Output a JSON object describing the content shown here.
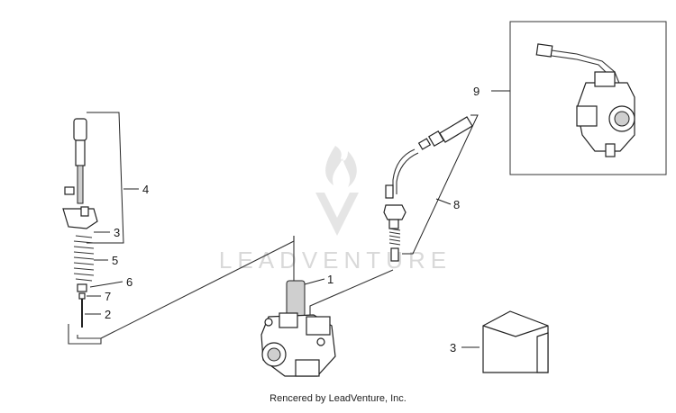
{
  "callouts": {
    "c1": "1",
    "c2": "2",
    "c3a": "3",
    "c3b": "3",
    "c4": "4",
    "c5": "5",
    "c6": "6",
    "c7": "7",
    "c8": "8",
    "c9": "9"
  },
  "watermark": {
    "brand": "LEADVENTURE"
  },
  "footer": {
    "credit": "Rencered by LeadVenture, Inc."
  },
  "colors": {
    "line": "#222222",
    "watermark": "#d9d9d9",
    "background": "#ffffff"
  }
}
